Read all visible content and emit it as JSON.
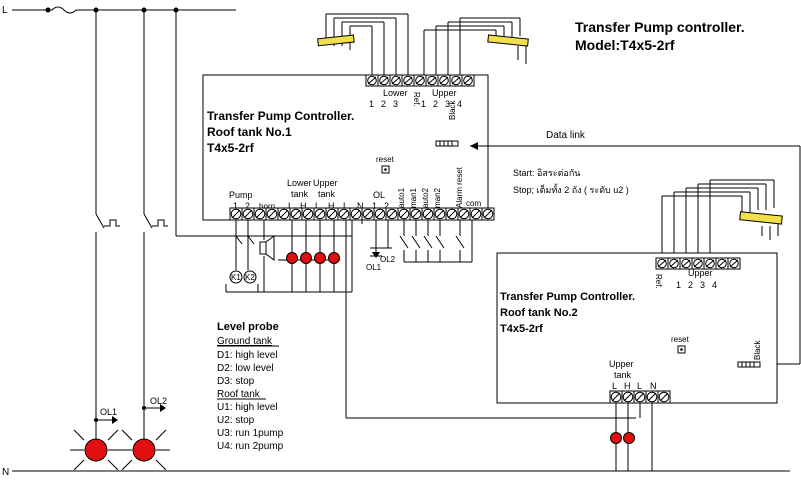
{
  "title": {
    "line1": "Transfer Pump controller.",
    "line2": "Model:T4x5-2rf"
  },
  "bus": {
    "live": "L",
    "neutral": "N"
  },
  "controller1": {
    "line1": "Transfer Pump Controller.",
    "line2": "Roof tank No.1",
    "line3": "T4x5-2rf",
    "top_lower": "Lower",
    "top_upper": "Upper",
    "top_lower_nums": [
      "1",
      "2",
      "3"
    ],
    "top_ref": "Ref.",
    "top_upper_nums": [
      "1",
      "2",
      "3",
      "4"
    ],
    "black": "Black",
    "reset": "reset",
    "pump": "Pump",
    "pump_nums": [
      "1",
      "2"
    ],
    "horn": "horn",
    "lower_tank": [
      "Lower",
      "tank"
    ],
    "upper_tank": [
      "Upper",
      "tank"
    ],
    "lh1": [
      "L",
      "H"
    ],
    "lh2": [
      "L",
      "H"
    ],
    "l": "L",
    "n": "N",
    "ol": "OL",
    "ol_nums": [
      "1",
      "2"
    ],
    "auto1": "auto1",
    "man1": "man1",
    "auto2": "auto2",
    "man2": "man2",
    "alarm_reset": "Alarm reset",
    "com": "com",
    "ol1_small": "OL1",
    "ol2_small": "OL2"
  },
  "data_link": "Data link",
  "start_text": "Start: อิสระต่อกัน",
  "stop_text": "Stop; เต็มทั้ง 2 ถัง ( ระดับ u2 )",
  "controller2": {
    "line1": "Transfer Pump Controller.",
    "line2": "Roof tank No.2",
    "line3": "T4x5-2rf",
    "top_upper": "Upper",
    "top_ref": "Ref.",
    "top_upper_nums": [
      "1",
      "2",
      "3",
      "4"
    ],
    "black": "Black",
    "reset": "reset",
    "upper_tank": [
      "Upper",
      "tank"
    ],
    "bottom_labels": [
      "L",
      "H",
      "L",
      "N"
    ]
  },
  "level_probe": {
    "title": "Level probe",
    "ground_tank": "Ground tank",
    "ground_items": [
      "D1: high level",
      "D2: low level",
      "D3: stop"
    ],
    "roof_tank": "Roof tank",
    "roof_items": [
      "U1: high level",
      "U2: stop",
      "U3: run 1pump",
      "U4: run 2pump"
    ]
  },
  "overload": {
    "ol1": "OL1",
    "ol2": "OL2"
  },
  "motor_labels": [
    "K1",
    "K2"
  ],
  "colors": {
    "lamp": "#e01010",
    "probe": "#f2e04a",
    "wire": "#000000"
  }
}
